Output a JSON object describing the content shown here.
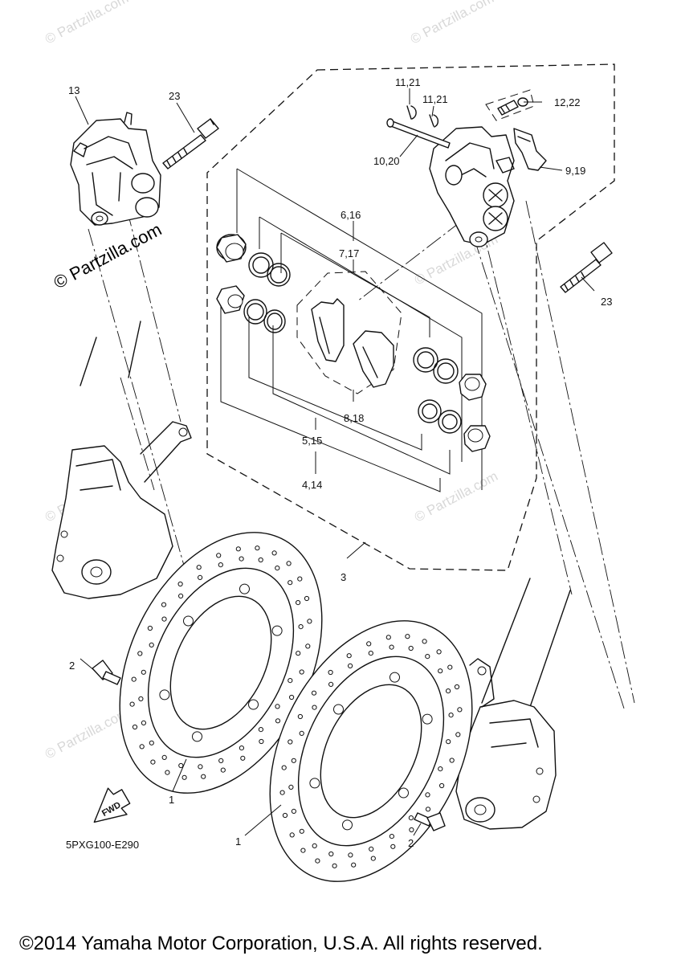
{
  "diagram": {
    "drawing_code": "5PXG100-E290",
    "copyright": "©2014 Yamaha Motor Corporation, U.S.A. All rights reserved.",
    "watermark_main": "© Partzilla.com",
    "watermark_faint": "© Partzilla.com",
    "direction_arrow": "FWD",
    "callouts": {
      "c1a": "1",
      "c1b": "1",
      "c2a": "2",
      "c2b": "2",
      "c3": "3",
      "c4": "4,14",
      "c5": "5,15",
      "c6": "6,16",
      "c7": "7,17",
      "c8": "8,18",
      "c9": "9,19",
      "c10": "10,20",
      "c11a": "11,21",
      "c11b": "11,21",
      "c12": "12,22",
      "c13": "13",
      "c23a": "23",
      "c23b": "23"
    }
  }
}
